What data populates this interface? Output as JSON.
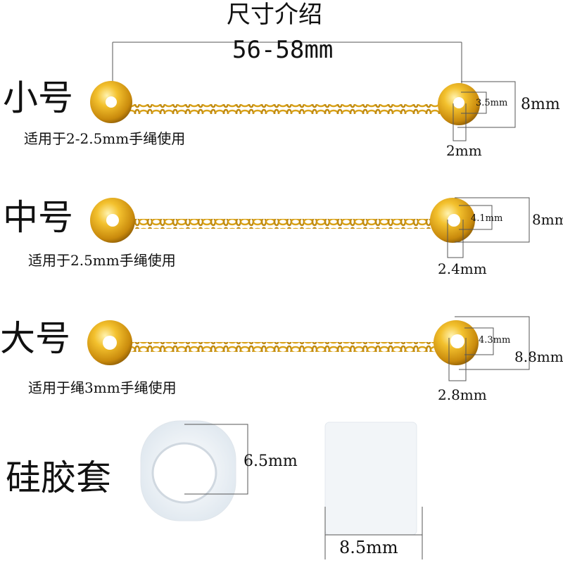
{
  "header": {
    "title": "尺寸介绍",
    "length": "56-58mm"
  },
  "sizes": [
    {
      "name": "小号",
      "usage": "适用于2-2.5mm手绳使用",
      "inner": "3.5mm",
      "outer": "8mm",
      "hole": "2mm"
    },
    {
      "name": "中号",
      "usage": "适用于2.5mm手绳使用",
      "inner": "4.1mm",
      "outer": "8mm",
      "hole": "2.4mm"
    },
    {
      "name": "大号",
      "usage": "适用于绳3mm手绳使用",
      "inner": "4.3mm",
      "outer": "8.8mm",
      "hole": "2.8mm"
    }
  ],
  "silicone": {
    "name": "硅胶套",
    "height": "6.5mm",
    "width": "8.5mm"
  },
  "colors": {
    "gold": "#e8b21e",
    "gold_dark": "#b57a0a",
    "line": "#555555"
  }
}
